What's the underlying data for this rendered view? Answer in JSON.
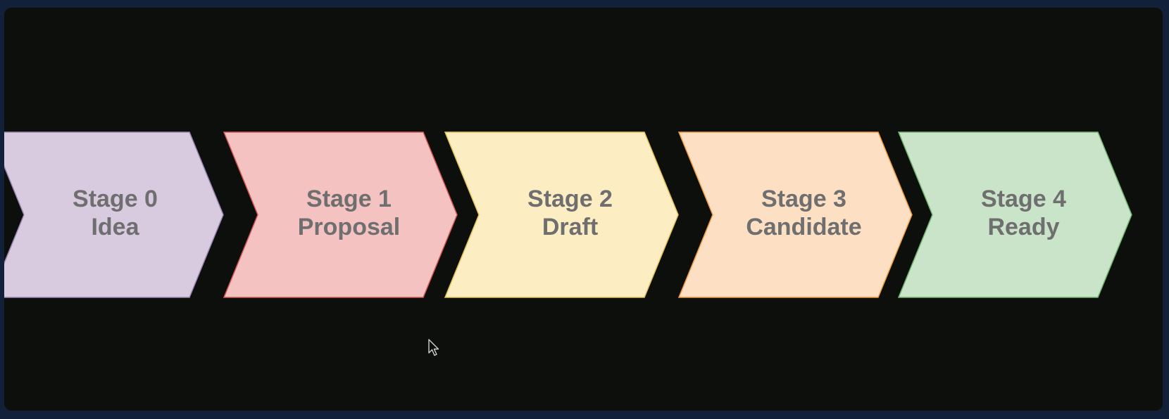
{
  "colors": {
    "page_frame": "#13203a",
    "canvas": "#0d0f0d",
    "label_text": "#6f6f6f"
  },
  "stages": [
    {
      "title": "Stage 0",
      "name": "Idea",
      "fill": "#d8cbe0",
      "stroke": "#9a87b3"
    },
    {
      "title": "Stage 1",
      "name": "Proposal",
      "fill": "#f3c2c1",
      "stroke": "#d35a55"
    },
    {
      "title": "Stage 2",
      "name": "Draft",
      "fill": "#fdedc3",
      "stroke": "#e3c25a"
    },
    {
      "title": "Stage 3",
      "name": "Candidate",
      "fill": "#fde0c4",
      "stroke": "#ee9a44"
    },
    {
      "title": "Stage 4",
      "name": "Ready",
      "fill": "#c9e4c8",
      "stroke": "#74b46f"
    }
  ],
  "cursor_icon": "mouse-pointer-icon"
}
